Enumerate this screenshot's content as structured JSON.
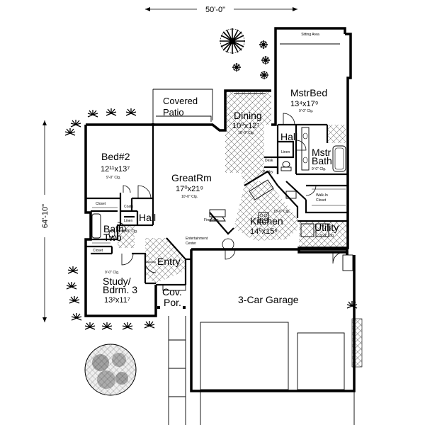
{
  "dimensions": {
    "width": "50'-0\"",
    "depth": "64'-10\""
  },
  "rooms": {
    "mstr_bed": {
      "name": "MstrBed",
      "size": "13⁴x17⁹",
      "ceiling": "9'-0\" Clg."
    },
    "sitting_area": {
      "name": "Sitting Area"
    },
    "covered_patio": {
      "line1": "Covered",
      "line2": "Patio"
    },
    "dining": {
      "name": "Dining",
      "size": "10⁰x12⁷",
      "ceiling": "10'-0\" Clg."
    },
    "hall_upper": {
      "name": "Hall"
    },
    "linen_upper": {
      "name": "Linen"
    },
    "desk": {
      "name": "Desk"
    },
    "pantry": {
      "name": "Pantry"
    },
    "mstr_bath": {
      "line1": "Mstr",
      "line2": "Bath",
      "ceiling": "9'-0\" Clg."
    },
    "walk_in_closet": {
      "line1": "Walk-In",
      "line2": "Closet"
    },
    "bed2": {
      "name": "Bed#2",
      "size": "12¹¹x13⁷",
      "ceiling": "9'-0\" Clg."
    },
    "great_rm": {
      "name": "GreatRm",
      "size": "17⁰x21⁹",
      "ceiling": "10'-0\" Clg."
    },
    "closet_bed2": {
      "name": "Closet"
    },
    "coats": {
      "name": "Coats"
    },
    "linen_lower": {
      "name": "Linen"
    },
    "hall_lower": {
      "name": "Hall"
    },
    "bath_two": {
      "line1": "Bath",
      "line2": "Two",
      "ceiling": "9'-0\" Clg."
    },
    "fireplace": {
      "name": "Fireplace"
    },
    "entertainment": {
      "line1": "Entertainment",
      "line2": "Center"
    },
    "kitchen": {
      "name": "Kitchen",
      "size": "14⁰x15⁶",
      "ceiling": "10'-0\" Clg."
    },
    "utility": {
      "name": "Utility",
      "ceiling": "9'-0\" Clg."
    },
    "closet_study": {
      "name": "Closet"
    },
    "entry": {
      "name": "Entry"
    },
    "study": {
      "line1": "Study/",
      "line2": "Bdrm. 3",
      "size": "13²x11⁷",
      "ceiling": "9'-0\" Clg."
    },
    "cov_por": {
      "line1": "Cov.",
      "line2": "Por."
    },
    "garage": {
      "name": "3-Car Garage"
    }
  }
}
